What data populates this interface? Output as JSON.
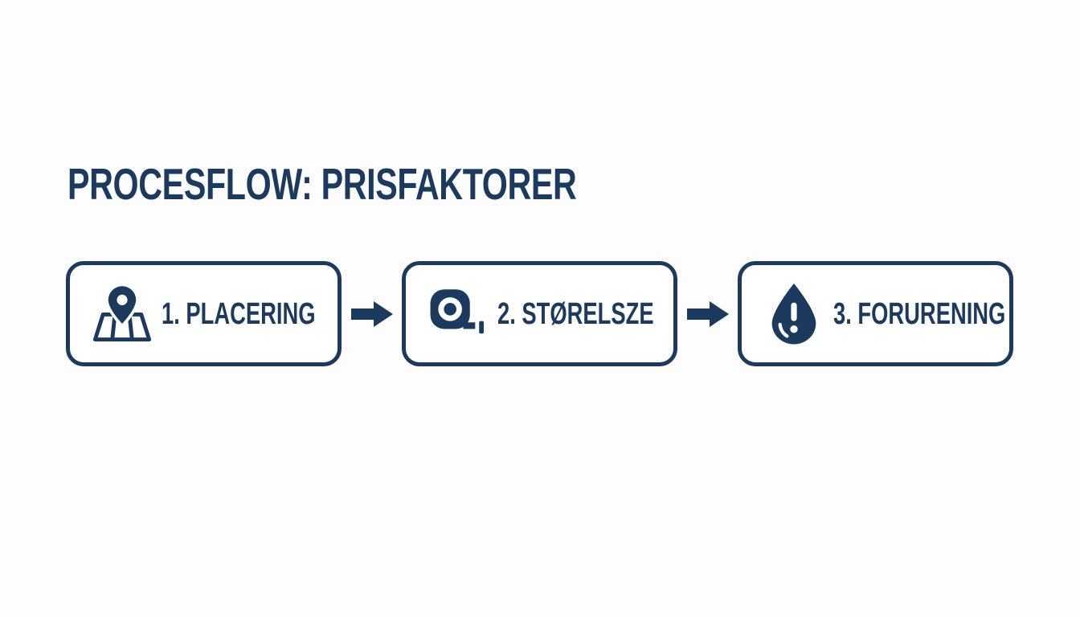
{
  "title": "PROCESFLOW: PRISFAKTORER",
  "colors": {
    "navy": "#1c3a5e",
    "background": "#fdfdfd",
    "box_fill": "#ffffff"
  },
  "flow": {
    "connector_icon": "arrow-right-icon",
    "steps": [
      {
        "label": "1. PLACERING",
        "icon": "map-pin-icon"
      },
      {
        "label": "2. STØRELSZE",
        "icon": "measuring-tape-icon"
      },
      {
        "label": "3. FORURENING",
        "icon": "water-drop-alert-icon"
      }
    ]
  }
}
